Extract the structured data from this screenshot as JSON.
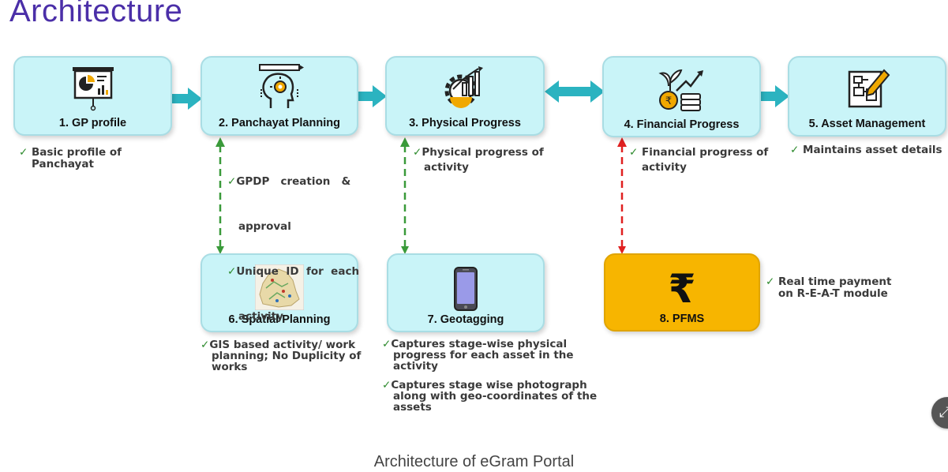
{
  "title": "Architecture",
  "caption": "Architecture of eGram Portal",
  "colors": {
    "title": "#4b2fa8",
    "box_fill": "#c9f4f8",
    "pfms_fill": "#f7b500",
    "arrow": "#2bb3c0",
    "green_link": "#3a9a3a",
    "red_link": "#e02020"
  },
  "boxes": {
    "gp_profile": {
      "label": "1. GP profile",
      "icon": "presentation-chart-icon"
    },
    "panchayat_planning": {
      "label": "2. Panchayat Planning",
      "icon": "head-idea-icon"
    },
    "physical_progress": {
      "label": "3. Physical Progress",
      "icon": "gear-growth-chart-icon"
    },
    "financial_progress": {
      "label": "4. Financial Progress",
      "icon": "money-growth-icon"
    },
    "asset_management": {
      "label": "5. Asset Management",
      "icon": "blueprint-pencil-icon"
    },
    "spatial_planning": {
      "label": "6. Spatial Planning",
      "icon": "map-icon"
    },
    "geotagging": {
      "label": "7. Geotagging",
      "icon": "smartphone-icon"
    },
    "pfms": {
      "label": "8. PFMS",
      "icon": "rupee-icon"
    }
  },
  "notes": {
    "gp_profile": [
      "Basic profile of",
      "Panchayat"
    ],
    "panchayat_planning": [
      "GPDP   creation   &",
      "approval",
      "Unique  ID  for  each",
      "activity"
    ],
    "physical_progress": [
      "Physical progress of",
      "activity"
    ],
    "financial_progress": [
      "Financial progress of",
      "activity"
    ],
    "asset_management": [
      "Maintains asset details"
    ],
    "spatial_planning": [
      "GIS based activity/ work",
      "planning; No Duplicity of",
      "works"
    ],
    "geotagging_1": [
      "Captures stage-wise physical",
      "progress for each asset in the",
      "activity"
    ],
    "geotagging_2": [
      "Captures stage wise photograph",
      "along with geo-coordinates of the",
      "assets"
    ],
    "pfms": [
      "Real time payment",
      "on R-E-A-T module"
    ]
  }
}
